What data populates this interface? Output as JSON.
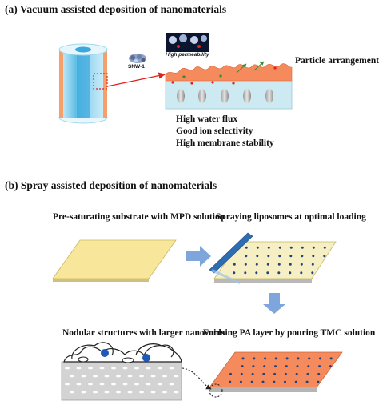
{
  "sections": {
    "a": {
      "heading": "(a) Vacuum assisted deposition of nanomaterials",
      "snw_label": "SNW-1",
      "permeability_label": "High permeability",
      "particle_label": "Particle arrangement",
      "benefits": [
        "High water flux",
        "Good ion selectivity",
        "High membrane stability"
      ]
    },
    "b": {
      "heading": "(b) Spray assisted deposition of nanomaterials",
      "steps": [
        "Pre-saturating substrate with MPD solution",
        "Spraying liposomes at optimal loading",
        "Forming PA layer by pouring TMC solution",
        "Nodular structures with larger nanovoids"
      ]
    }
  },
  "colors": {
    "substrate_yellow": "#f8e79a",
    "membrane_orange": "#f58a5c",
    "arrow_blue": "#7fa6dc",
    "dot_navy": "#23427a",
    "tube_blue": "#6fc3e8",
    "layer_cyan": "#cdeaf2"
  }
}
